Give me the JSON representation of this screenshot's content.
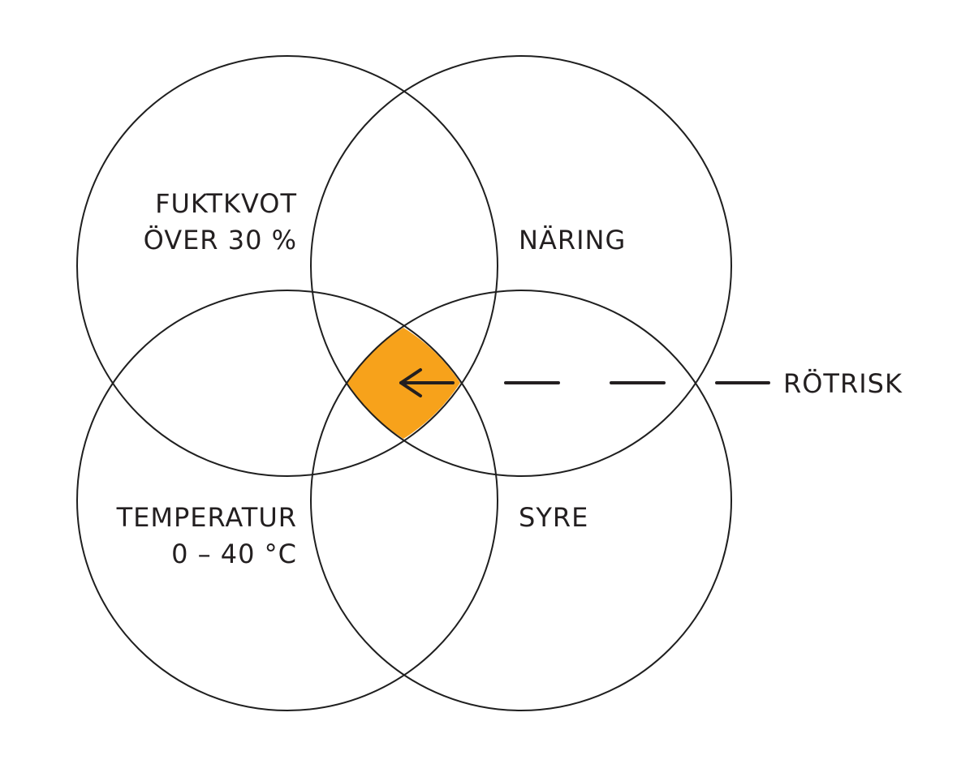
{
  "diagram": {
    "circles": {
      "moisture": {
        "line1": "FUKTKVOT",
        "line2": "ÖVER 30 %"
      },
      "nutrition": {
        "label": "NÄRING"
      },
      "temperature": {
        "line1": "TEMPERATUR",
        "line2": "0 – 40 °C"
      },
      "oxygen": {
        "label": "SYRE"
      }
    },
    "intersection": {
      "label": "RÖTRISK"
    },
    "colors": {
      "highlight": "#f7a21b",
      "stroke": "#1f1f1f",
      "text": "#231f20"
    }
  }
}
